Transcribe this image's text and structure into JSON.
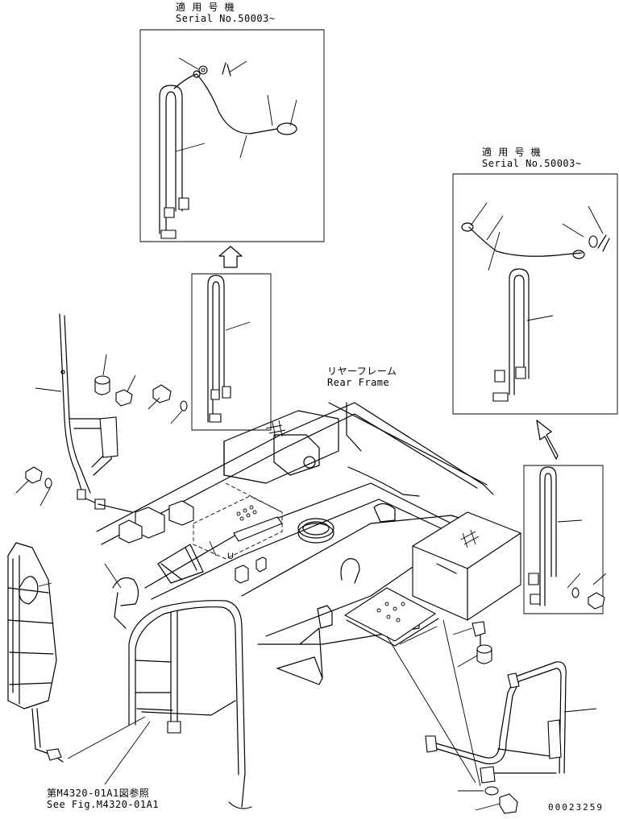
{
  "labels": {
    "inset_top_jp": "適 用 号 機",
    "inset_top_serial": "Serial No.50003~",
    "inset_right_jp": "適 用 号 機",
    "inset_right_serial": "Serial No.50003~",
    "rear_frame_jp": "リヤーフレーム",
    "rear_frame_en": "Rear Frame",
    "see_fig_jp": "第M4320-01A1図参照",
    "see_fig_en": "See Fig.M4320-01A1",
    "drawing_number": "00023259"
  }
}
